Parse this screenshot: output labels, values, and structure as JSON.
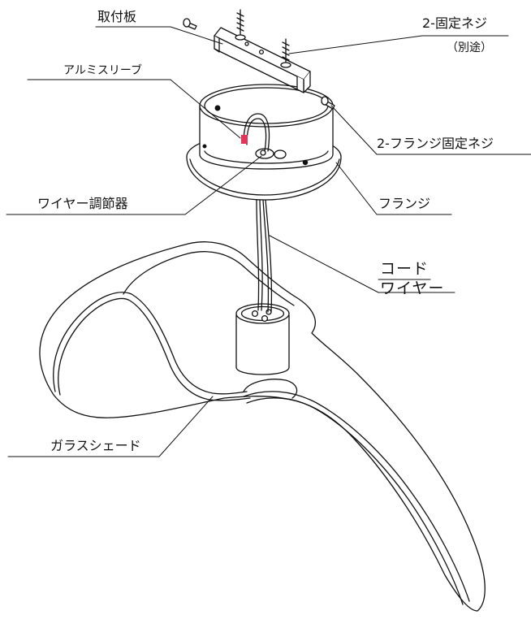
{
  "diagram": {
    "labels": {
      "mounting_plate": "取付板",
      "fixing_screws": "2-固定ネジ",
      "sold_separately": "（別途）",
      "aluminum_sleeve": "アルミスリーブ",
      "flange_fixing_screws": "2-フランジ固定ネジ",
      "wire_adjuster": "ワイヤー調節器",
      "flange": "フランジ",
      "cord": "コード",
      "wire": "ワイヤー",
      "glass_shade": "ガラスシェード"
    },
    "colors": {
      "line": "#111111",
      "sleeve_marker": "#e8325a",
      "background": "#ffffff"
    }
  }
}
